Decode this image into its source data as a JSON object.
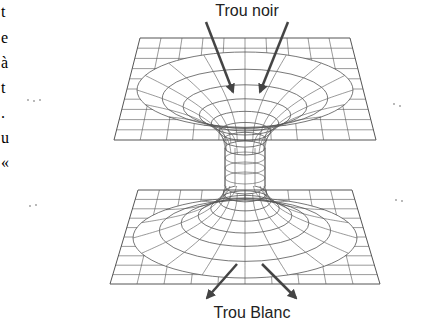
{
  "diagram": {
    "labels": [
      "t",
      "e",
      "à",
      "t",
      ".",
      "u",
      "«",
      "Trou noir",
      "Trou Blanc"
    ]
  }
}
